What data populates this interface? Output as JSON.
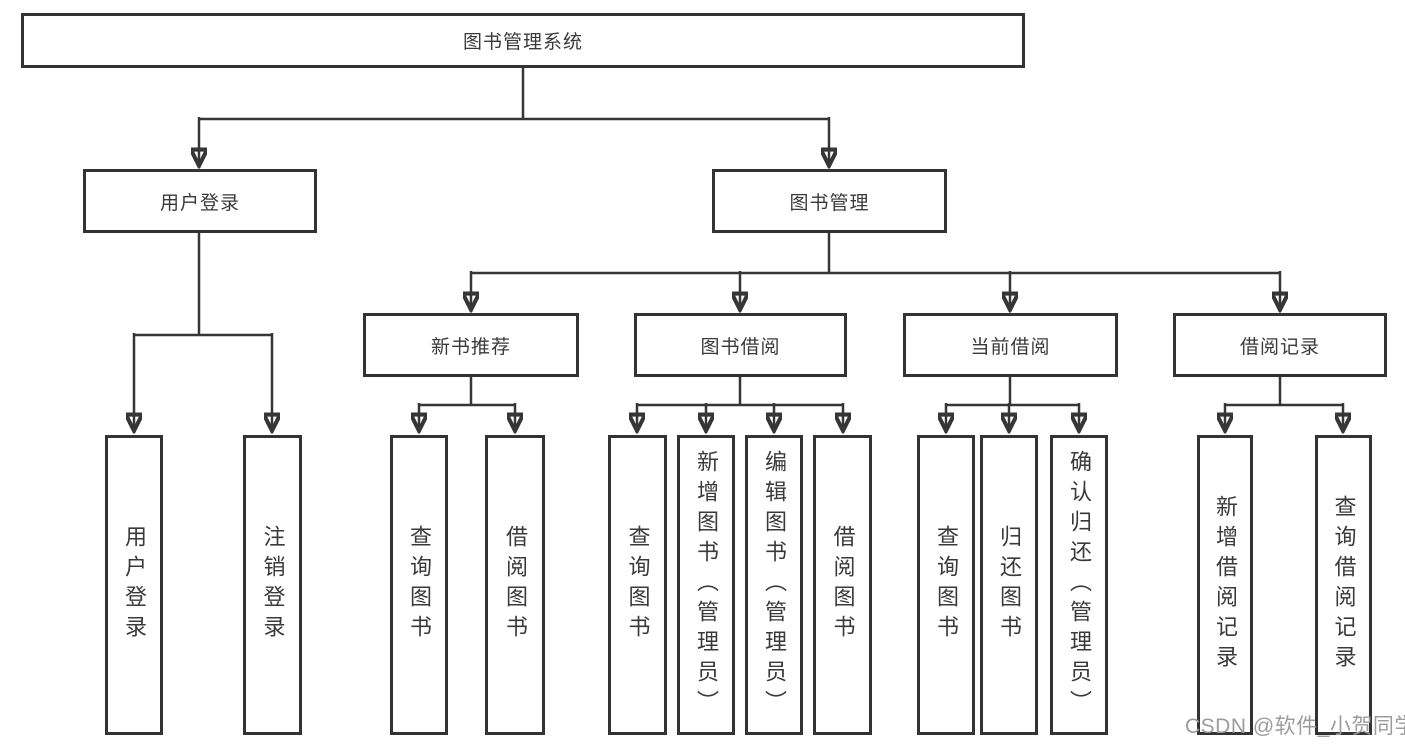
{
  "diagram": {
    "title": "图书管理系统",
    "root": {
      "label": "图书管理系统"
    },
    "login_branch": {
      "label": "用户登录",
      "children": [
        {
          "label": "用户登录"
        },
        {
          "label": "注销登录"
        }
      ]
    },
    "management_branch": {
      "label": "图书管理",
      "groups": [
        {
          "label": "新书推荐",
          "children": [
            {
              "label": "查询图书"
            },
            {
              "label": "借阅图书"
            }
          ]
        },
        {
          "label": "图书借阅",
          "children": [
            {
              "label": "查询图书"
            },
            {
              "label": "新增图书（管理员）"
            },
            {
              "label": "编辑图书（管理员）"
            },
            {
              "label": "借阅图书"
            }
          ]
        },
        {
          "label": "当前借阅",
          "children": [
            {
              "label": "查询图书"
            },
            {
              "label": "归还图书"
            },
            {
              "label": "确认归还（管理员）"
            }
          ]
        },
        {
          "label": "借阅记录",
          "children": [
            {
              "label": "新增借阅记录"
            },
            {
              "label": "查询借阅记录"
            }
          ]
        }
      ]
    }
  },
  "watermark": {
    "text": "CSDN @软件_小贺同学"
  },
  "colors": {
    "line": "#363636",
    "box_border": "#333333",
    "text": "#3a3a3a",
    "watermark": "#9c9c9c",
    "background": "#ffffff"
  }
}
